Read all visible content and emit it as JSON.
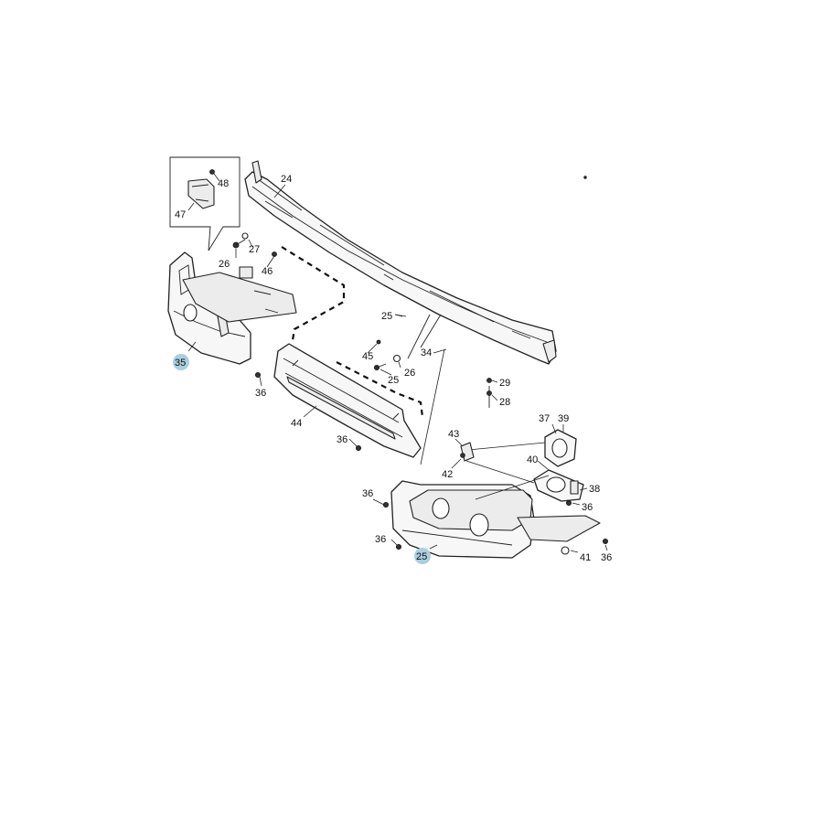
{
  "diagram": {
    "highlight_color": "#a9cfe0",
    "labels": {
      "l24": "24",
      "l47": "47",
      "l48": "48",
      "l27": "27",
      "l26a": "26",
      "l46": "46",
      "l35": "35",
      "l36a": "36",
      "l44": "44",
      "l25a": "25",
      "l45": "45",
      "l25b": "25",
      "l26b": "26",
      "l34": "34",
      "l29": "29",
      "l28": "28",
      "l36b": "36",
      "l37": "37",
      "l39": "39",
      "l43": "43",
      "l42": "42",
      "l40": "40",
      "l38": "38",
      "l36c": "36",
      "l36d": "36",
      "l36e": "36",
      "l25c": "25",
      "l41": "41",
      "l36f": "36"
    }
  }
}
